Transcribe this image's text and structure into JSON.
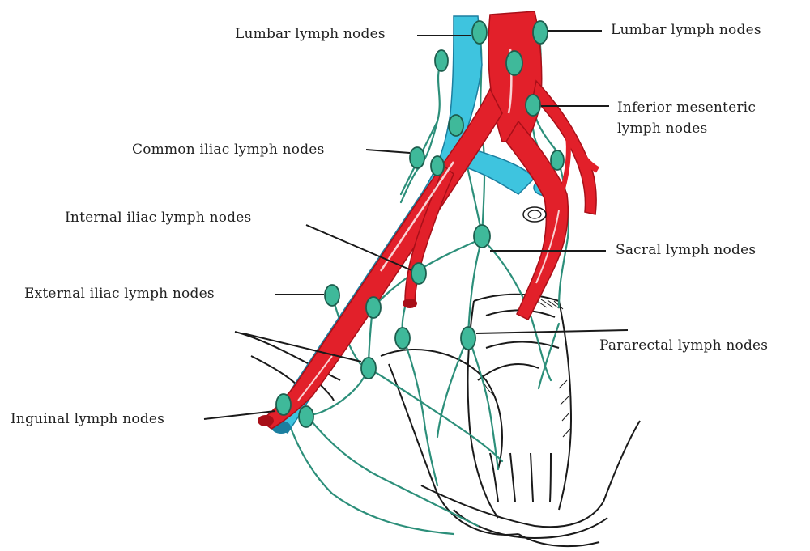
{
  "colors": {
    "artery": "#e2202a",
    "artery_dark": "#a80f18",
    "vein": "#3ec4df",
    "vein_dark": "#1b7fa0",
    "node": "#3fb99a",
    "node_dark": "#1d5e4e",
    "vessel_line": "#2c8f7a",
    "ink": "#222222"
  },
  "labels": {
    "lumbar_left": "Lumbar lymph nodes",
    "lumbar_right": "Lumbar lymph nodes",
    "inferior_mesenteric_1": "Inferior mesenteric",
    "inferior_mesenteric_2": "lymph nodes",
    "common_iliac": "Common iliac lymph nodes",
    "internal_iliac": "Internal iliac lymph nodes",
    "sacral": "Sacral lymph nodes",
    "external_iliac": "External iliac lymph nodes",
    "pararectal": "Pararectal lymph nodes",
    "inguinal": "Inguinal lymph nodes"
  }
}
